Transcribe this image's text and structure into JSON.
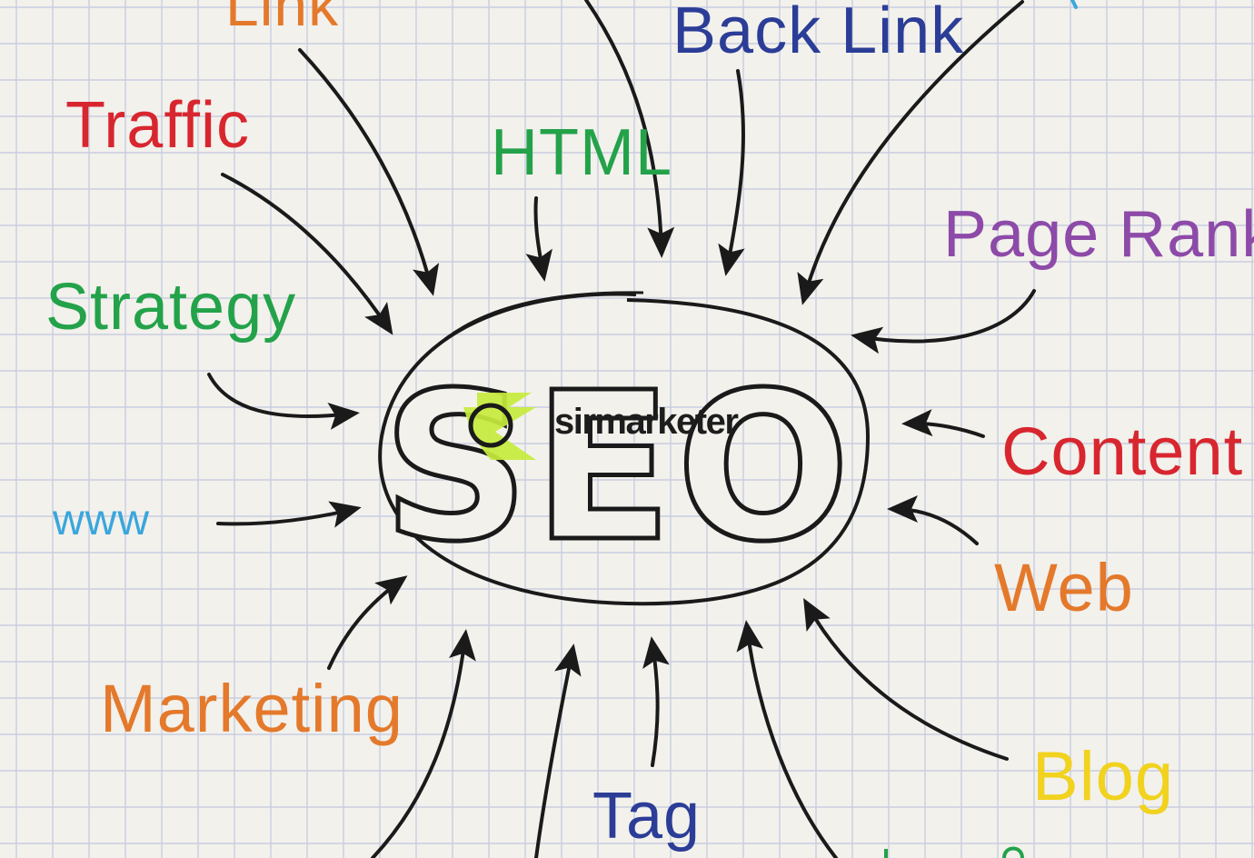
{
  "center": {
    "title": "SEO"
  },
  "keywords": {
    "link": "Link",
    "traffic": "Traffic",
    "html": "HTML",
    "back_link": "Back Link",
    "page_rank": "Page Rank",
    "strategy": "Strategy",
    "content": "Content",
    "www": "www",
    "web": "Web",
    "marketing": "Marketing",
    "tag": "Tag",
    "blog": "Blog"
  },
  "watermark": {
    "brand": "sirmarketer"
  },
  "colors": {
    "red": "#d8262f",
    "green": "#23a24a",
    "orange": "#e4792b",
    "blue_dark": "#2b3d96",
    "purple": "#8d4aa8",
    "blue_light": "#3aa6dc",
    "yellow": "#f1d21e",
    "ink": "#1a1a1a",
    "logo_green": "#c7ec3c"
  }
}
